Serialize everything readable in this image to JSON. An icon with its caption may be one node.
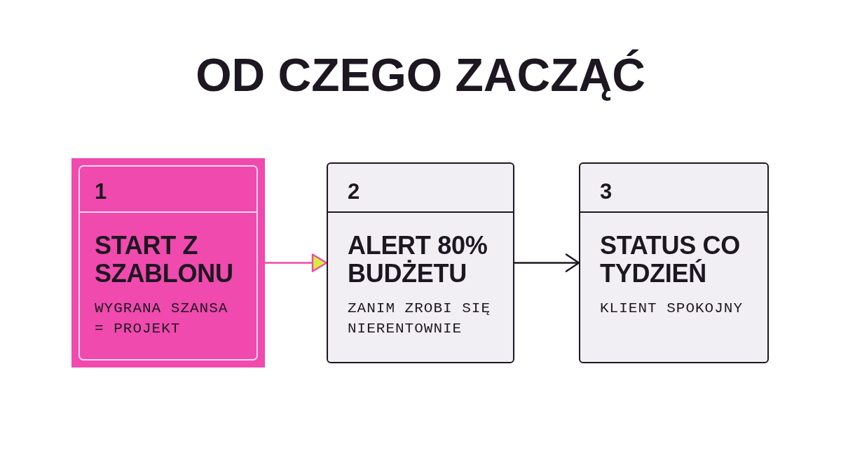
{
  "diagram": {
    "title": "OD CZEGO ZACZĄĆ",
    "nodes": [
      {
        "text": [
          "1",
          "START Z SZABLONU",
          "WYGRANA SZANSA = PROJEKT"
        ]
      },
      {
        "text": [
          "2",
          "ALERT 80% BUDŻETU",
          "ZANIM ZROBI SIĘ NIERENTOWNIE"
        ]
      },
      {
        "text": [
          "3",
          "STATUS CO TYDZIEŃ",
          "KLIENT SPOKOJNY"
        ]
      }
    ],
    "edges": [
      {
        "from": 0,
        "to": 1,
        "arrow": "to",
        "color": "#ee4aa8"
      },
      {
        "from": 1,
        "to": 2,
        "arrow": "to",
        "color": "#1d1721"
      }
    ]
  }
}
